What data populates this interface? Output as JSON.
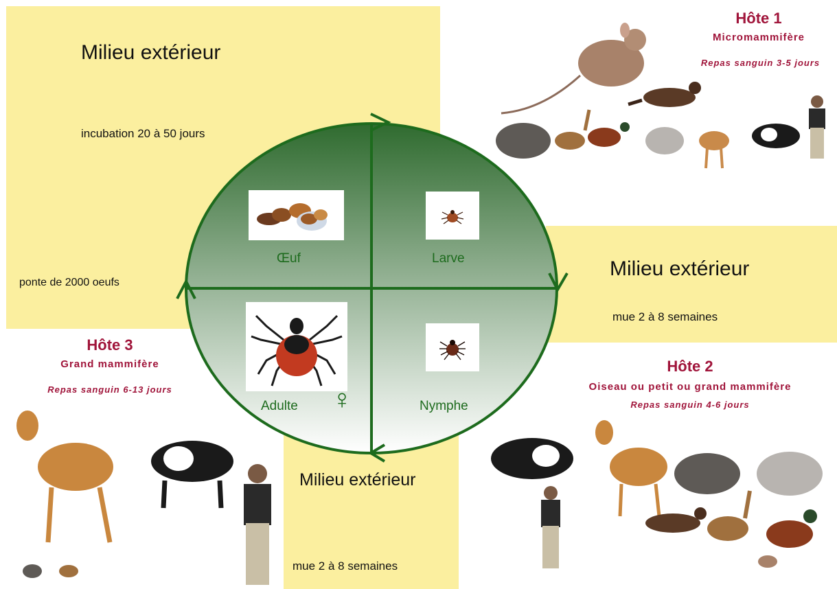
{
  "milieu": {
    "top_left": {
      "title": "Milieu extérieur",
      "incubation": "incubation 20 à  50 jours",
      "ponte": "ponte de 2000 oeufs"
    },
    "right": {
      "title": "Milieu extérieur",
      "mue": "mue 2 à 8 semaines"
    },
    "bottom": {
      "title": "Milieu extérieur",
      "mue": "mue 2 à 8 semaines"
    }
  },
  "hosts": {
    "host1": {
      "title": "Hôte 1",
      "type": "Micromammifère",
      "meal": "Repas sanguin 3-5 jours"
    },
    "host2": {
      "title": "Hôte 2",
      "type": "Oiseau ou petit ou grand mammifère",
      "meal": "Repas sanguin 4-6 jours"
    },
    "host3": {
      "title": "Hôte 3",
      "type": "Grand mammifère",
      "meal": "Repas sanguin 6-13 jours"
    }
  },
  "stages": {
    "egg": "Œuf",
    "larva": "Larve",
    "nymph": "Nymphe",
    "adult": "Adulte",
    "adult_symbol": "♀"
  },
  "colors": {
    "panel": "#fbef9f",
    "cycle_green": "#1d6b1d",
    "host_text": "#a0143a"
  }
}
